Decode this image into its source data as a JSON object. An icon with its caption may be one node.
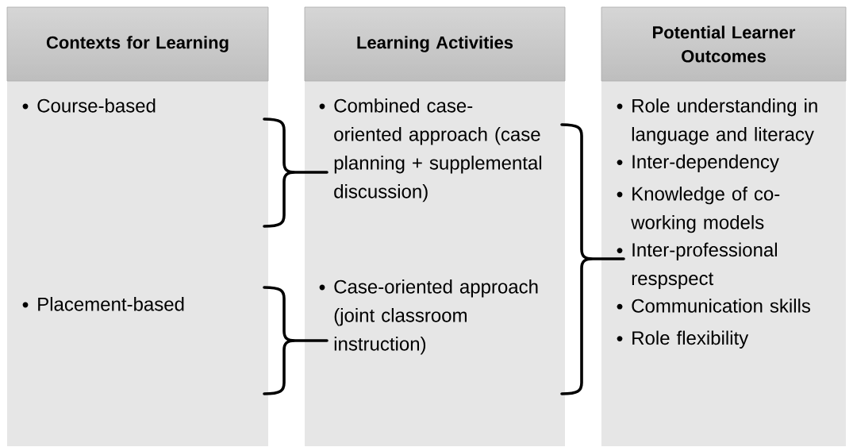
{
  "diagram": {
    "nodes": [
      {
        "text": [
          "Contexts for Learning"
        ]
      },
      {
        "text": [
          "Learning Activities"
        ]
      },
      {
        "text": [
          "Potential Learner Outcomes"
        ]
      },
      {
        "text": [
          "Course-based",
          "Placement-based"
        ]
      },
      {
        "text": [
          "Combined case-oriented approach (case planning + supplemental discussion)",
          "Case-oriented approach (joint classroom instruction)"
        ]
      },
      {
        "text": [
          "Role understanding in language and literacy",
          "Inter-dependency",
          "Knowledge of co-working models",
          "Inter-professional respspect",
          "Communication skills",
          "Role flexibility"
        ]
      }
    ]
  }
}
